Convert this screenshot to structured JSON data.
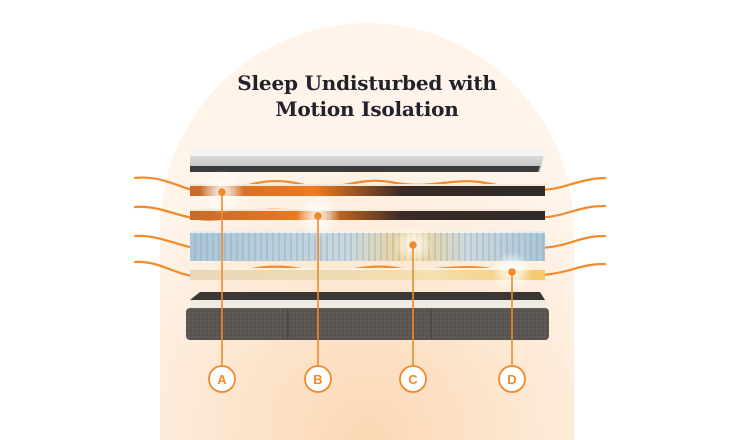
{
  "title": {
    "line1": "Sleep Undisturbed with",
    "line2": "Motion Isolation"
  },
  "markers": [
    {
      "label": "A"
    },
    {
      "label": "B"
    },
    {
      "label": "C"
    },
    {
      "label": "D"
    }
  ],
  "colors": {
    "accent": "#f08a2b",
    "glow": "#ffd9b0",
    "title": "#23212b",
    "base": "#5e5a56",
    "coil": "#b9d0dd"
  },
  "icons": {
    "layers": "mattress-layers-exploded"
  }
}
